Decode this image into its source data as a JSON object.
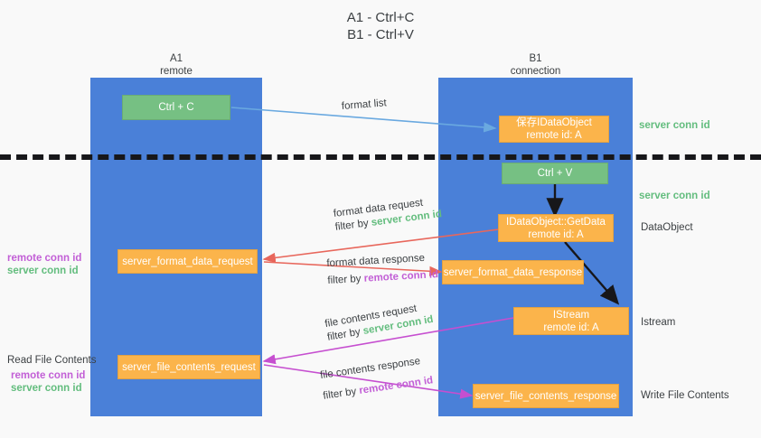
{
  "title": {
    "line1": "A1 - Ctrl+C",
    "line2": "B1 - Ctrl+V"
  },
  "lanes": [
    {
      "name": "A1",
      "sub": "remote"
    },
    {
      "name": "B1",
      "sub": "connection"
    }
  ],
  "nodes": {
    "ctrl_c": {
      "l1": "Ctrl + C",
      "l2": ""
    },
    "save_idataobject": {
      "l1": "保存IDataObject",
      "l2": "remote id: A"
    },
    "ctrl_v": {
      "l1": "Ctrl + V",
      "l2": ""
    },
    "idataobject_getdata": {
      "l1": "IDataObject::GetData",
      "l2": "remote id: A"
    },
    "istream": {
      "l1": "IStream",
      "l2": "remote id: A"
    },
    "format_data_request": {
      "l1": "server_format_data_request",
      "l2": ""
    },
    "format_data_response": {
      "l1": "server_format_data_response",
      "l2": ""
    },
    "file_contents_request": {
      "l1": "server_file_contents_request",
      "l2": ""
    },
    "file_contents_response": {
      "l1": "server_file_contents_response",
      "l2": ""
    }
  },
  "edges": {
    "format_list": "format list",
    "format_data_request_l1": "format data request",
    "format_data_request_l2_pre": "filter by ",
    "format_data_request_l2_key": "server conn id",
    "format_data_response_l1": "format data response",
    "format_data_response_l2_pre": "filter by ",
    "format_data_response_l2_key": "remote conn id",
    "file_contents_request_l1": "file contents request",
    "file_contents_request_l2_pre": "filter by ",
    "file_contents_request_l2_key": "server conn id",
    "file_contents_response_l1": "file contents response",
    "file_contents_response_l2_pre": "filter by ",
    "file_contents_response_l2_key": "remote conn id"
  },
  "annotations": {
    "left_format_remote": "remote conn id",
    "left_format_server": "server conn id",
    "left_read_file_contents": "Read File Contents",
    "left_file_remote": "remote conn id",
    "left_file_server": "server conn id",
    "right_server_conn_top": "server conn id",
    "right_server_conn_mid": "server conn id",
    "right_dataobject": "DataObject",
    "right_istream": "Istream",
    "right_write_file_contents": "Write File Contents"
  },
  "colors": {
    "lane": "#4a80d8",
    "green_node": "#76c083",
    "orange_node": "#fbb44b",
    "green_text": "#63bd7e",
    "magenta_text": "#c25fd6",
    "arrow_blue": "#6aa9e0",
    "arrow_red": "#e8675c",
    "arrow_magenta": "#c64fd0",
    "arrow_black": "#17171a",
    "background": "#f9f9f9"
  }
}
